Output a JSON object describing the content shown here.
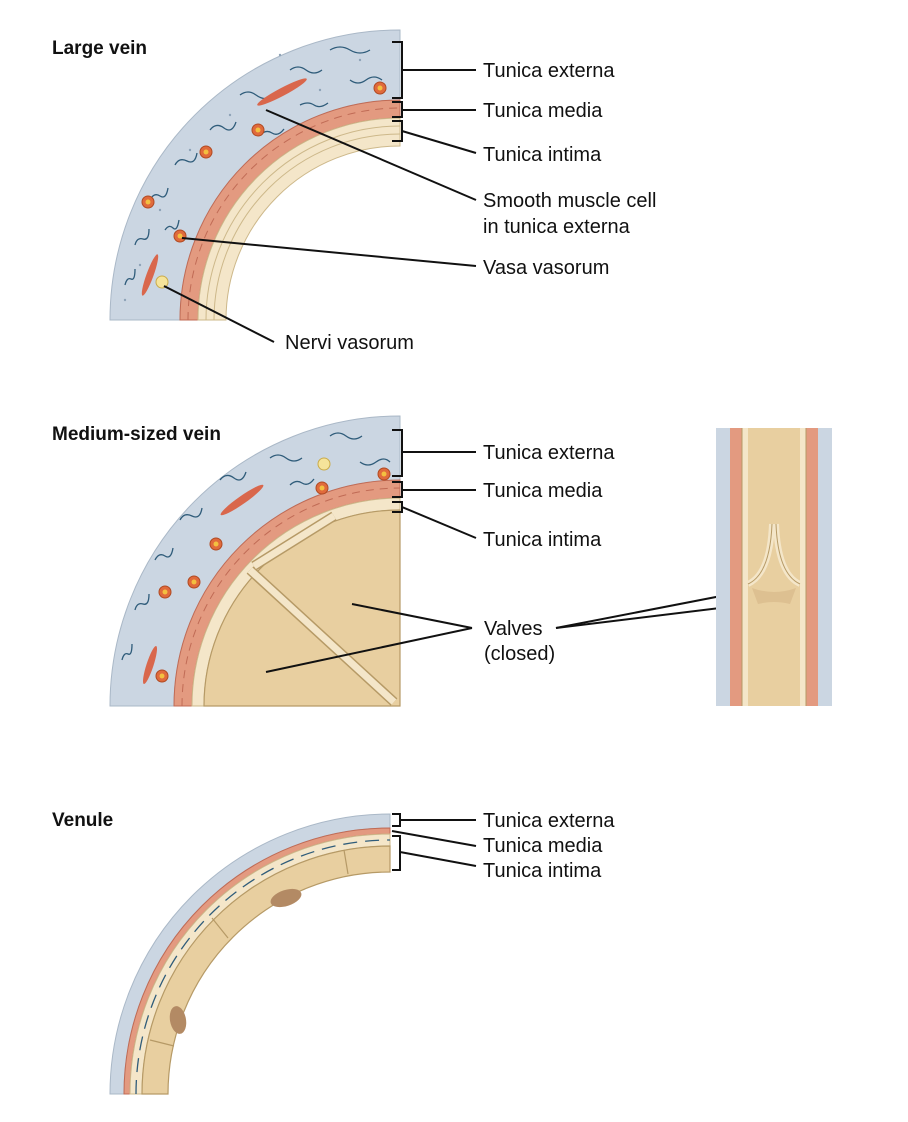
{
  "panels": {
    "large_vein": {
      "title": "Large vein",
      "labels": {
        "tunica_externa": "Tunica externa",
        "tunica_media": "Tunica media",
        "tunica_intima": "Tunica intima",
        "smooth_muscle_line1": "Smooth muscle cell",
        "smooth_muscle_line2": "in tunica externa",
        "vasa_vasorum": "Vasa vasorum",
        "nervi_vasorum": "Nervi vasorum"
      }
    },
    "medium_vein": {
      "title": "Medium-sized vein",
      "labels": {
        "tunica_externa": "Tunica externa",
        "tunica_media": "Tunica media",
        "tunica_intima": "Tunica intima",
        "valves_line1": "Valves",
        "valves_line2": "(closed)"
      }
    },
    "venule": {
      "title": "Venule",
      "labels": {
        "tunica_externa": "Tunica externa",
        "tunica_media": "Tunica media",
        "tunica_intima": "Tunica intima"
      }
    }
  },
  "colors": {
    "tunica_externa": "#cbd6e2",
    "tunica_media": "#e39a80",
    "tunica_intima": "#f4e6c9",
    "lumen": "#e8cfa0",
    "leader_line": "#111111"
  }
}
